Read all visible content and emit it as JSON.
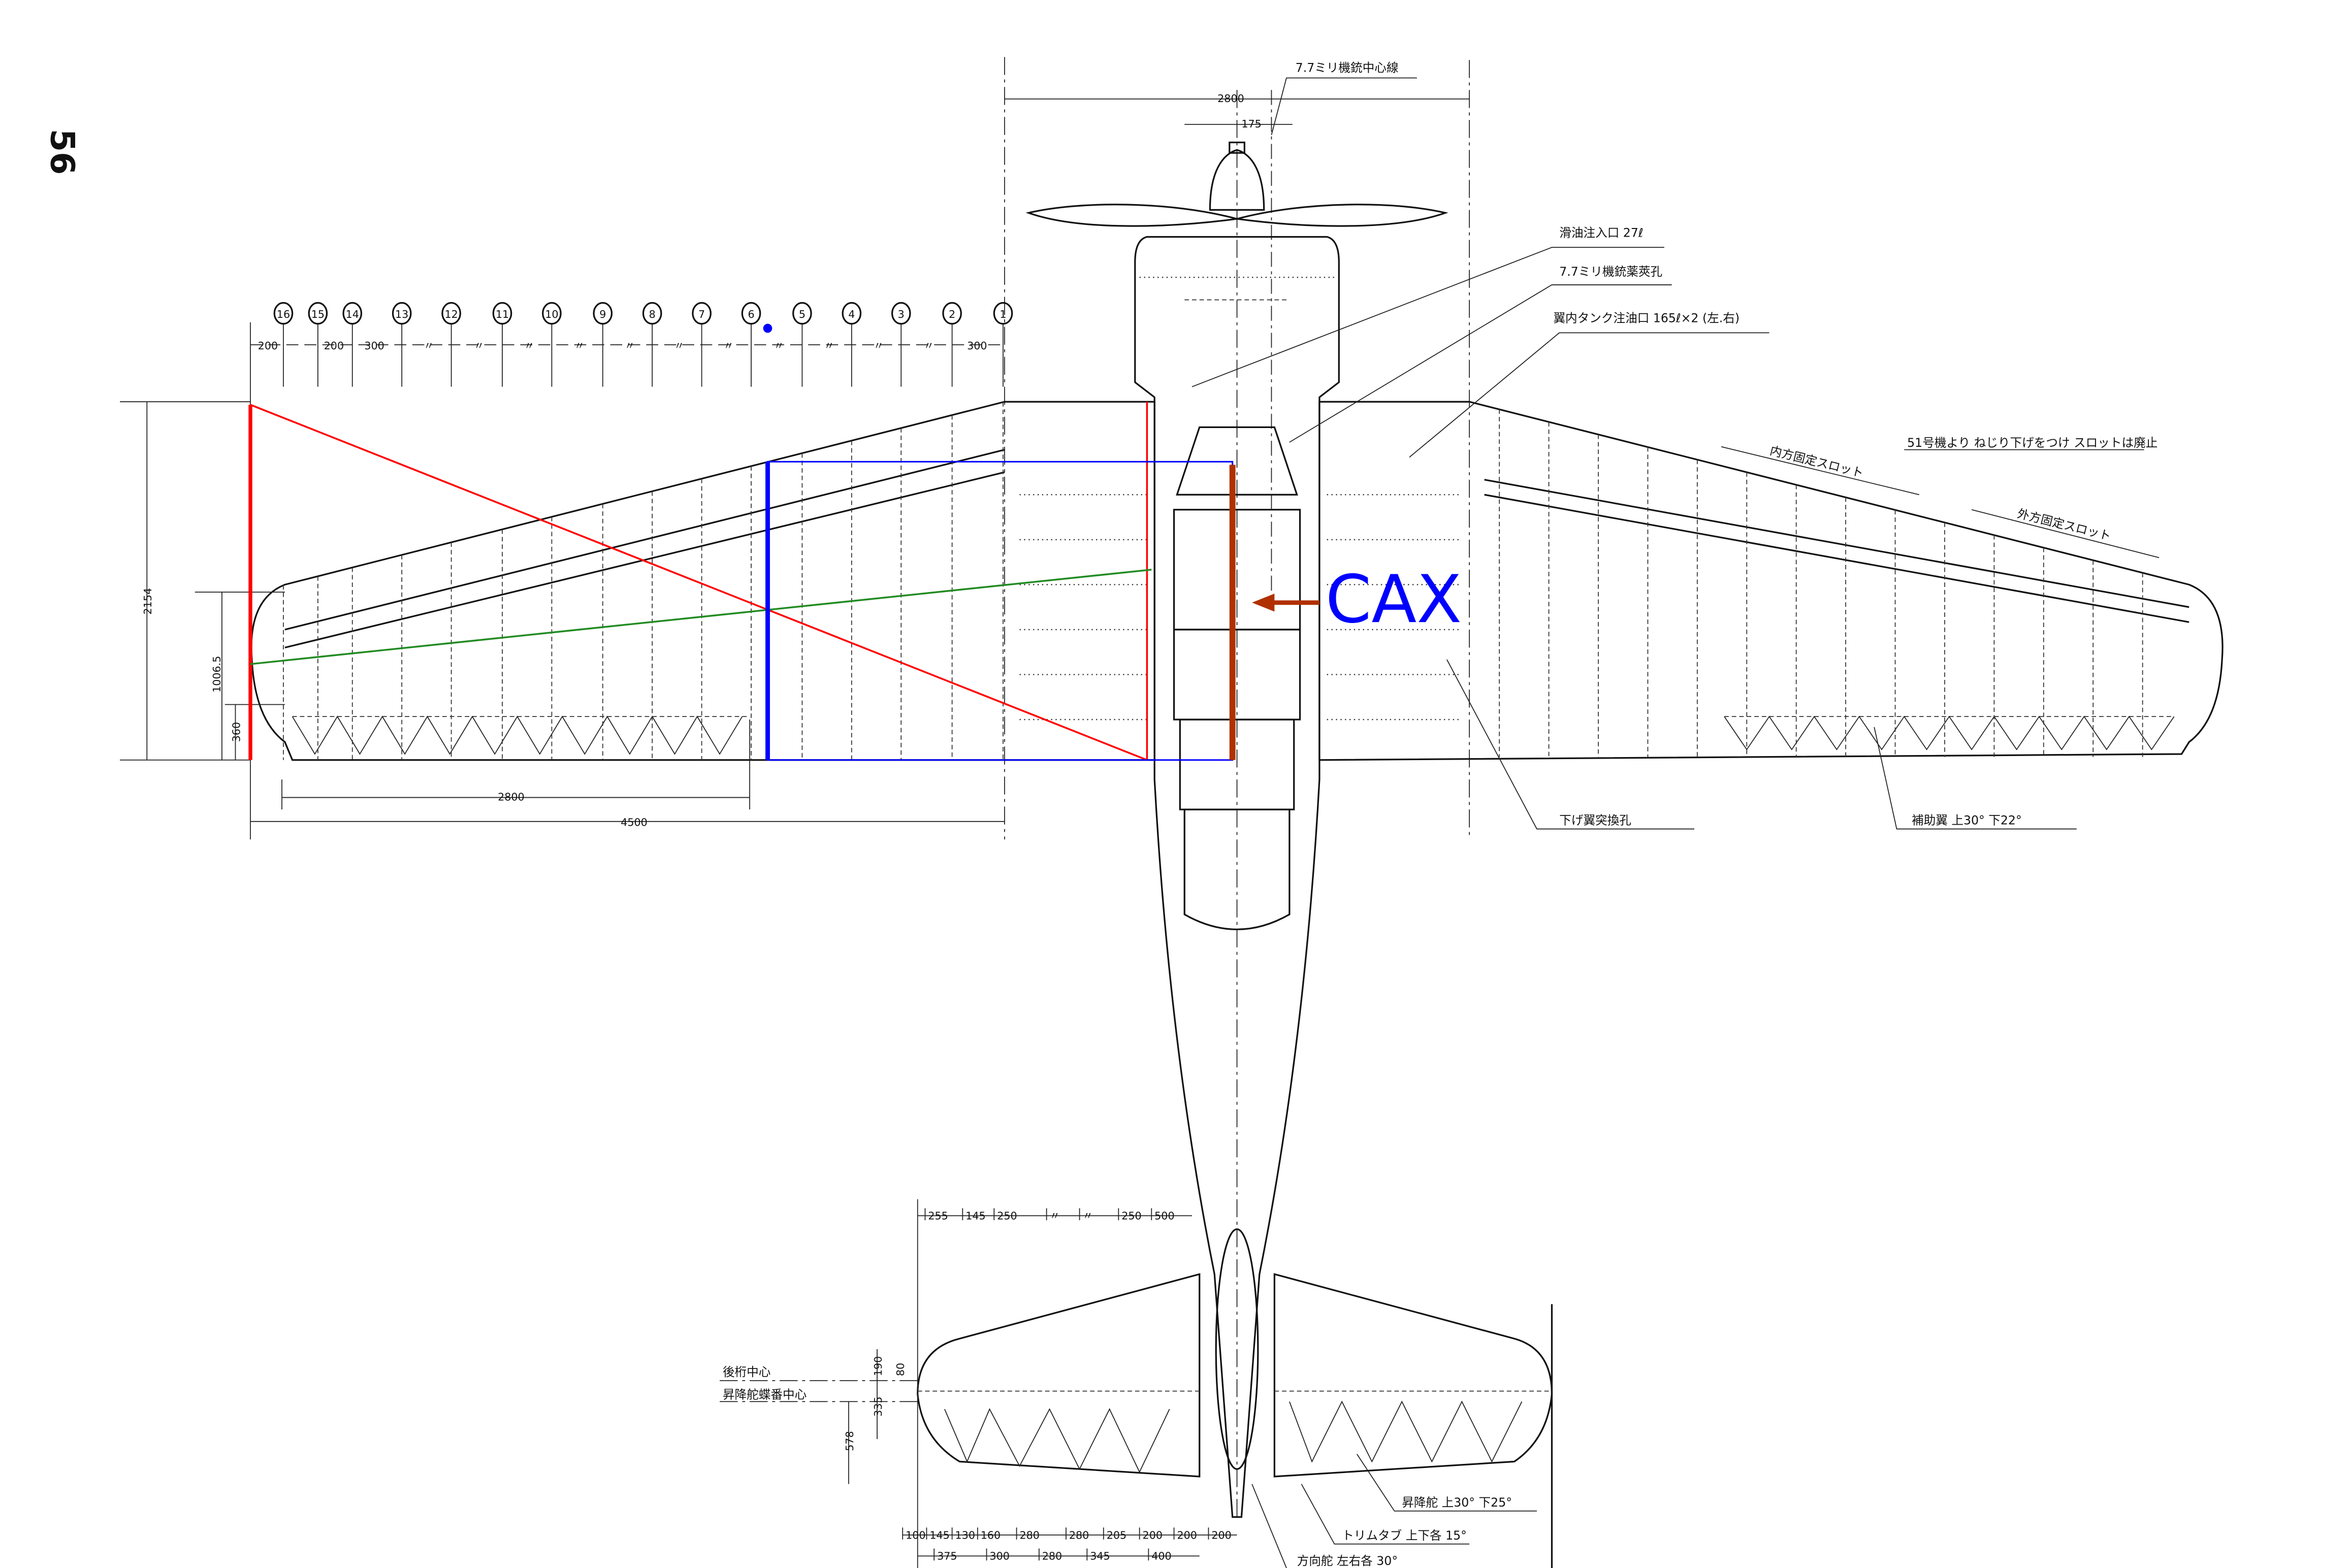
{
  "page_number": "56",
  "colors": {
    "red": "#ff0000",
    "blue": "#0000ff",
    "green": "#228b22",
    "brown": "#b03000",
    "ink": "#111111"
  },
  "overlay": {
    "cax_label": "CAX"
  },
  "rib_stations": [
    "16",
    "15",
    "14",
    "13",
    "12",
    "11",
    "10",
    "9",
    "8",
    "7",
    "6",
    "5",
    "4",
    "3",
    "2",
    "1"
  ],
  "rib_spacing": {
    "first": "200",
    "second": "200",
    "third": "300",
    "repeat": "〃",
    "last": "300"
  },
  "dimensions": {
    "gun_offset_total": "2800",
    "gun_offset": "175",
    "root_chord": "2154",
    "mac_position": "1006.5",
    "aileron_chord": "360",
    "span_inner": "2800",
    "half_span": "4500"
  },
  "annotations": {
    "gun_centerline": "7.7ミリ機銃中心線",
    "oil_filler": "滑油注入口 27ℓ",
    "gun_case_ejection": "7.7ミリ機銃薬莢孔",
    "wing_tank_filler": "翼内タンク注油口 165ℓ×2 (左.右)",
    "washout_note": "51号機より ねじり下げをつけ スロットは廃止",
    "inner_slot": "内方固定スロット",
    "outer_slot": "外方固定スロット",
    "flap_hole": "下げ翼突換孔",
    "aileron": "補助翼 上30° 下22°",
    "rear_spar_center": "後桁中心",
    "elevator_hinge_center": "昇降舵蝶番中心",
    "elevator": "昇降舵 上30° 下25°",
    "trim_tab": "トリムタブ 上下各 15°",
    "rudder": "方向舵 左右各 30°"
  },
  "tail_dims": {
    "top": [
      "255",
      "145",
      "250",
      "〃",
      "〃",
      "250",
      "500"
    ],
    "vertical": {
      "a": "190",
      "b": "80",
      "c": "335",
      "d": "578"
    },
    "bottom_row1": [
      "100",
      "145",
      "130",
      "160",
      "280",
      "280",
      "205",
      "200",
      "200",
      "200"
    ],
    "bottom_row2": [
      "375",
      "300",
      "280",
      "345",
      "400"
    ]
  }
}
